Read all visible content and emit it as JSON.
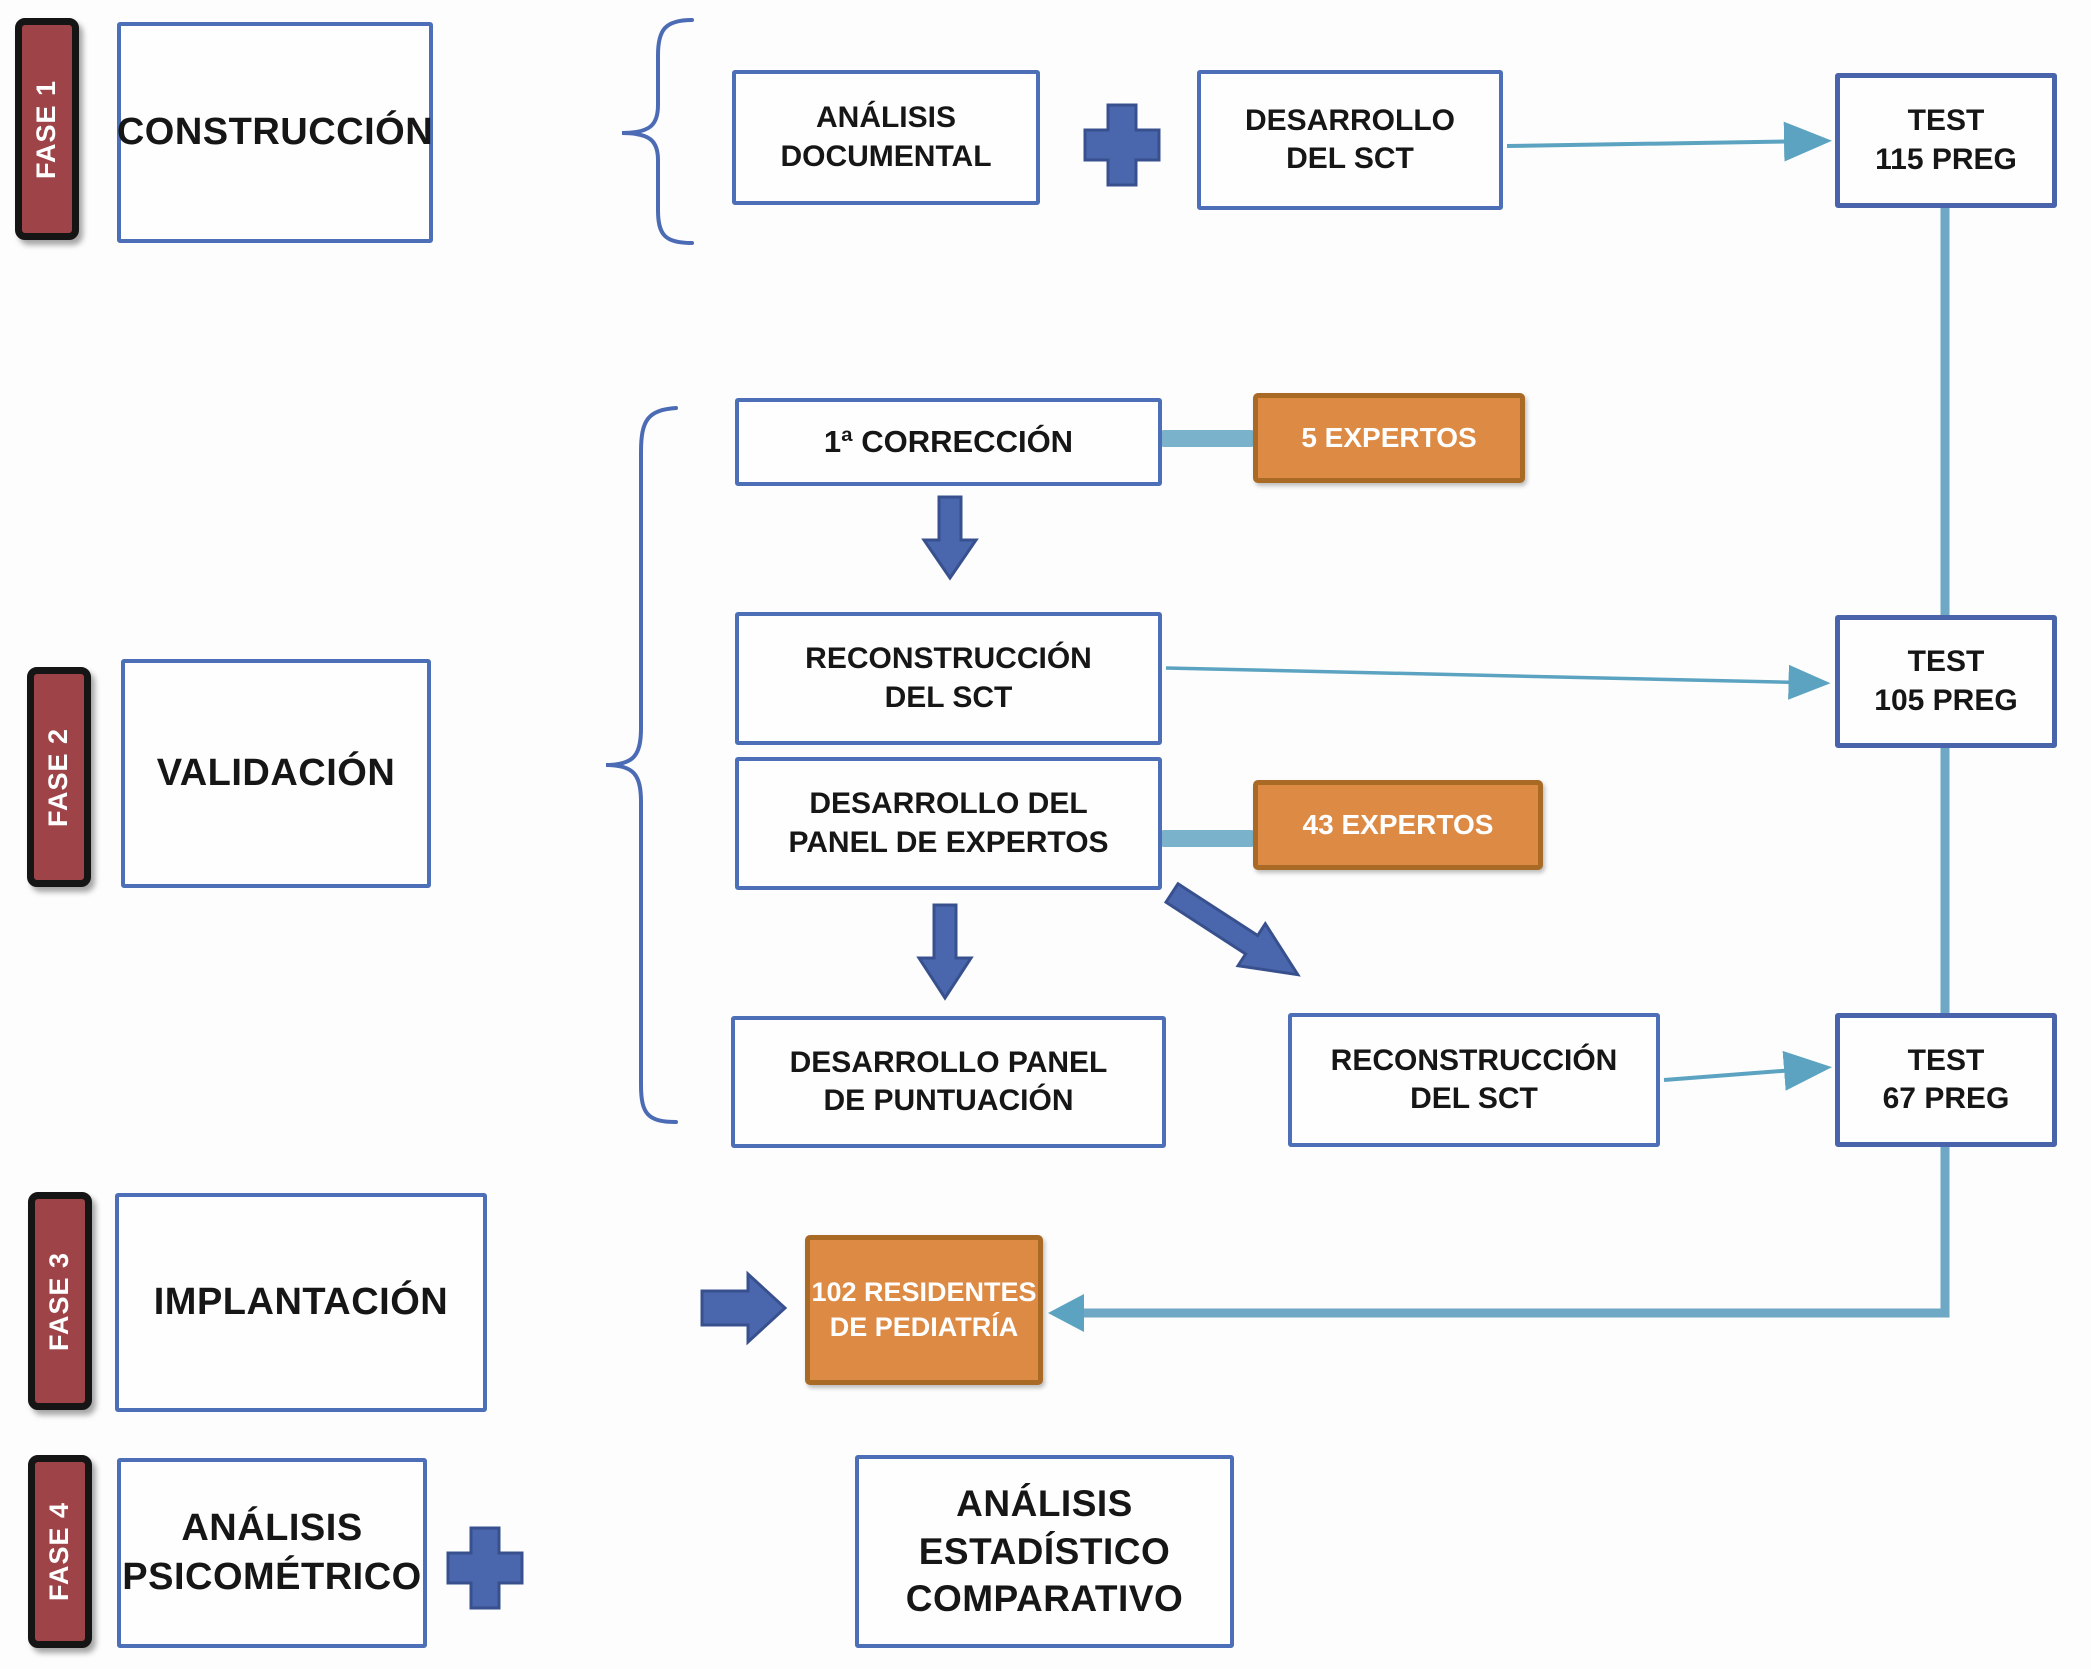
{
  "phases": [
    {
      "tab": "FASE 1",
      "label": "CONSTRUCCIÓN"
    },
    {
      "tab": "FASE 2",
      "label": "VALIDACIÓN"
    },
    {
      "tab": "FASE 3",
      "label": "IMPLANTACIÓN"
    },
    {
      "tab": "FASE 4",
      "label": "ANÁLISIS\nPSICOMÉTRICO"
    }
  ],
  "nodes": {
    "analisis_documental": "ANÁLISIS\nDOCUMENTAL",
    "desarrollo_sct": "DESARROLLO\nDEL SCT",
    "test_115": "TEST\n115 PREG",
    "correccion_1": "1ª CORRECCIÓN",
    "expertos_5": "5 EXPERTOS",
    "reconstruccion_sct_1": "RECONSTRUCCIÓN\nDEL SCT",
    "test_105": "TEST\n105 PREG",
    "desarrollo_panel_expertos": "DESARROLLO DEL\nPANEL DE EXPERTOS",
    "expertos_43": "43 EXPERTOS",
    "desarrollo_panel_puntuacion": "DESARROLLO PANEL\nDE PUNTUACIÓN",
    "reconstruccion_sct_2": "RECONSTRUCCIÓN\nDEL SCT",
    "test_67": "TEST\n67 PREG",
    "residentes": "102 RESIDENTES\nDE PEDIATRÍA",
    "analisis_estadistico": "ANÁLISIS ESTADÍSTICO\nCOMPARATIVO"
  },
  "colors": {
    "box_border_blue": "#4d6fb8",
    "test_border_blue": "#4a64ab",
    "fase_maroon": "#9e4449",
    "orange_fill": "#dc8a44",
    "orange_border": "#a86a24",
    "teal_arrow": "#5ba3c0",
    "teal_line": "#6fa8c4",
    "block_arrow_blue": "#4a67ae"
  }
}
